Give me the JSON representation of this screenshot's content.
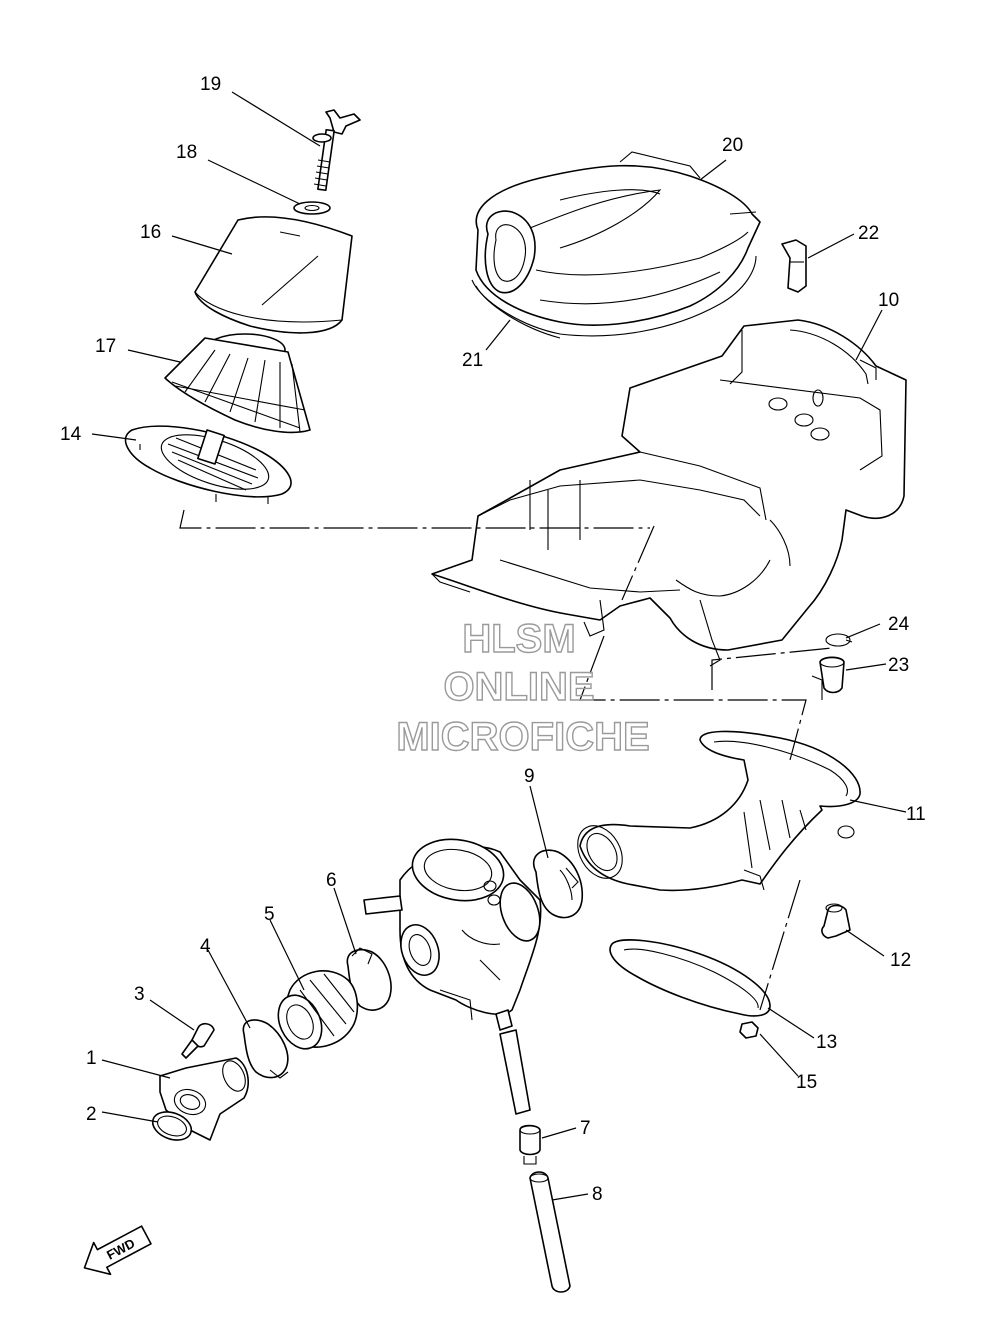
{
  "callouts": {
    "c1": "1",
    "c2": "2",
    "c3": "3",
    "c4": "4",
    "c5": "5",
    "c6": "6",
    "c7": "7",
    "c8": "8",
    "c9": "9",
    "c10": "10",
    "c11": "11",
    "c12": "12",
    "c13": "13",
    "c14": "14",
    "c15": "15",
    "c16": "16",
    "c17": "17",
    "c18": "18",
    "c19": "19",
    "c20": "20",
    "c21": "21",
    "c22": "22",
    "c23": "23",
    "c24": "24"
  },
  "watermark": {
    "line1": "HLSM",
    "line2": "ONLINE",
    "line3": "MICROFICHE"
  },
  "fwd_arrow": {
    "label": "FWD",
    "icon": "fwd-arrow-icon"
  },
  "colors": {
    "line": "#000000",
    "watermark": "#9a9a9a",
    "background": "#ffffff"
  }
}
